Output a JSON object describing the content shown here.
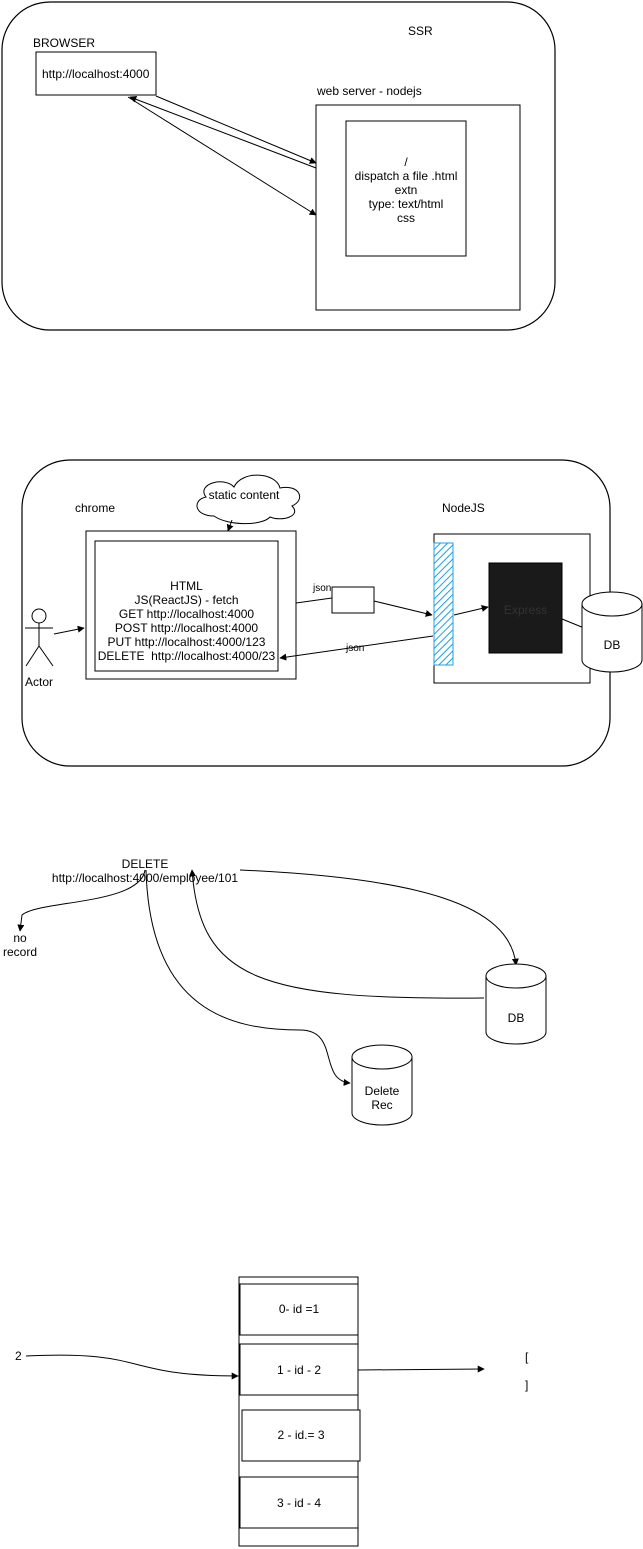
{
  "ssr": {
    "title": "SSR",
    "browser_label": "BROWSER",
    "browser_url": "http://localhost:4000",
    "server_label": "web server - nodejs",
    "server_content": [
      "/",
      "dispatch a file .html",
      "extn",
      "type: text/html",
      "css"
    ]
  },
  "csr": {
    "chrome_label": "chrome",
    "cloud_label": "static content",
    "actor_label": "Actor",
    "html_lines": [
      "HTML",
      "JS(ReactJS) - fetch",
      "GET http://localhost:4000",
      "POST http://localhost:4000",
      "PUT http://localhost:4000/123",
      "DELETE  http://localhost:4000/23"
    ],
    "json_out": "json",
    "json_in": "json",
    "node_label": "NodeJS",
    "express_label": "Express",
    "db_label": "DB"
  },
  "delete_flow": {
    "request_lines": [
      "DELETE",
      "http://localhost:4000/employee/101"
    ],
    "no_record_lines": [
      "no",
      "record"
    ],
    "db_label": "DB",
    "delete_rec_lines": [
      "Delete",
      "Rec"
    ]
  },
  "array": {
    "input_label": "2",
    "cells": [
      "0- id =1",
      "1 - id - 2",
      "2 - id.= 3",
      "3 - id - 4"
    ],
    "output_lines": [
      "[",
      "]"
    ]
  },
  "colors": {
    "express_fill": "#1a1a1a",
    "hatch": "#1ba1e2",
    "stroke": "#000000"
  }
}
